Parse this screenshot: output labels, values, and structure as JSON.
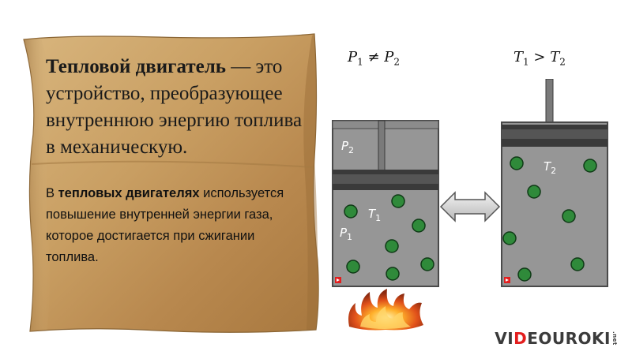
{
  "definition": {
    "term": "Тепловой двигатель",
    "rest": " — это устройство, преобразующее внутреннюю энергию топлива в механическую."
  },
  "note": {
    "prefix": "В ",
    "term": "тепловых двигателях",
    "rest": " используется повышение внутренней энергии газа, которое достигается при сжигании топлива."
  },
  "left_formula": {
    "a": "P",
    "a_sub": "1",
    "op": " ≠ ",
    "b": "P",
    "b_sub": "2"
  },
  "right_formula": {
    "a": "T",
    "a_sub": "1",
    "op": " > ",
    "b": "T",
    "b_sub": "2"
  },
  "left_cylinder": {
    "top_label": {
      "sym": "P",
      "sub": "2"
    },
    "temp_label": {
      "sym": "T",
      "sub": "1"
    },
    "pressure_label": {
      "sym": "P",
      "sub": "1"
    }
  },
  "right_cylinder": {
    "temp_label": {
      "sym": "T",
      "sub": "2"
    }
  },
  "logo": {
    "part1": "VI",
    "part2": "D",
    "part3": "EOUROKI",
    "net": ".net"
  },
  "colors": {
    "scroll": "#c9a46a",
    "cylinder_gas": "#969696",
    "piston": "#3a3a3a",
    "molecule": "#2f8a3a",
    "accent_red": "#e31e1e"
  }
}
